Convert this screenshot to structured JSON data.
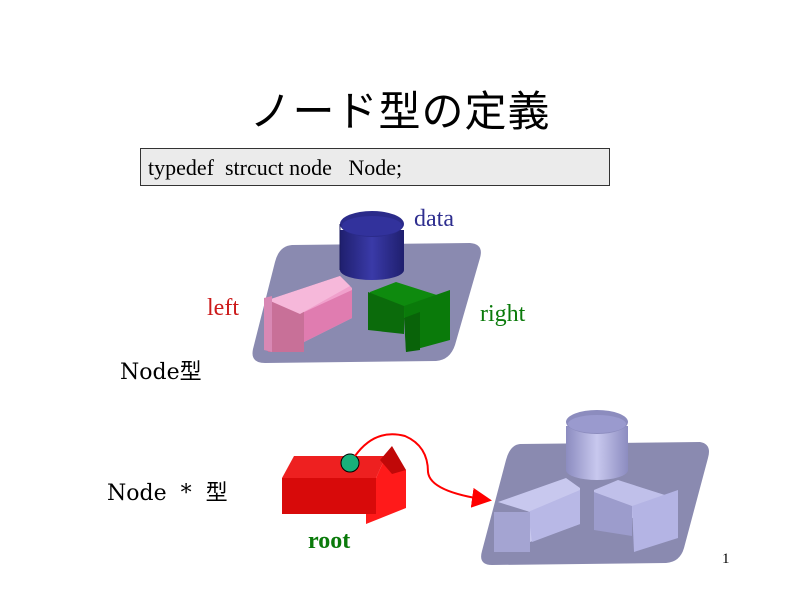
{
  "slide": {
    "title": "ノード型の定義",
    "code": "typedef  strcuct node   Node;",
    "page_number": "1"
  },
  "node_diagram": {
    "data_label": "data",
    "left_label": "left",
    "right_label": "right",
    "type_label": "Node型"
  },
  "pointer_diagram": {
    "type_label": "Node  *  型",
    "root_label": "root"
  },
  "colors": {
    "data_field": "#2b2b8a",
    "left_field": "#e888b8",
    "right_field": "#0b7a0b",
    "base_plate": "#8a8ab0",
    "pointer_block": "#d80a0a",
    "pointer_dot": "#18b07a",
    "pointer_arrow": "#ff0000",
    "target_node": "#a8a8d8"
  }
}
